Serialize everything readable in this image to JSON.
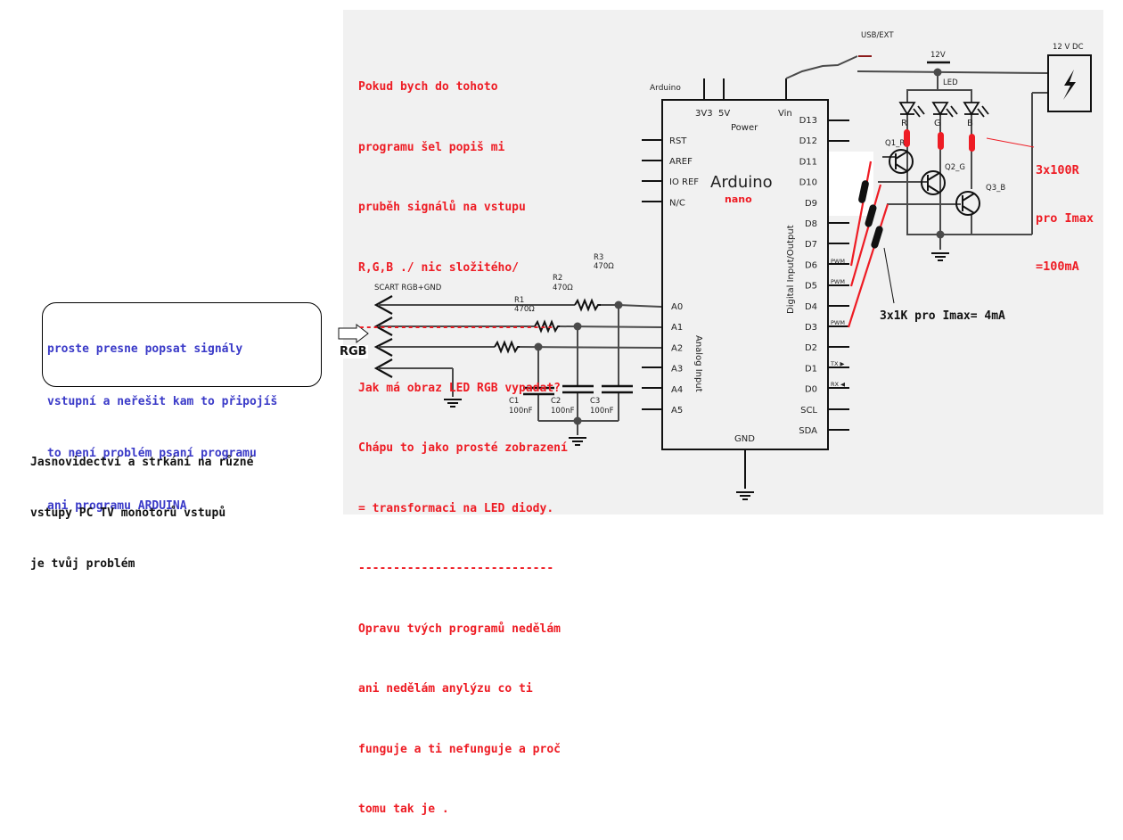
{
  "notes": {
    "top_red": [
      "Pokud bych do tohoto",
      "programu šel popiš mi",
      "pruběh signálů na vstupu",
      "R,G,B ./ nic složitého/",
      "----------------------------",
      "Jak má obraz LED RGB vypadat?",
      "Chápu to jako prosté zobrazení",
      "= transformaci na LED diody.",
      "----------------------------",
      "Opravu tvých programů nedělám",
      "ani nedělám anylýzu co ti",
      "funguje a ti nefunguje a proč",
      "tomu tak je ."
    ],
    "bubble_blue": [
      "proste presne popsat signály",
      "vstupní a neřešit kam to připojíš",
      "to není problém psaní programu",
      "ani programu ARDUINA"
    ],
    "bottom_black": [
      "Jasnovidectví a strkání na různé",
      "vstupy PC TV monotorů vstupů",
      "je tvůj problém"
    ],
    "rgb_arrow_label": "RGB",
    "resistor_note_red": [
      "3x100R",
      "pro Imax",
      "=100mA"
    ],
    "base_resistor_note": "3x1K pro Imax= 4mA"
  },
  "schematic": {
    "scart_label": "SCART RGB+GND",
    "resistors": [
      {
        "name": "R1",
        "value": "470Ω"
      },
      {
        "name": "R2",
        "value": "470Ω"
      },
      {
        "name": "R3",
        "value": "470Ω"
      }
    ],
    "capacitors": [
      {
        "name": "C1",
        "value": "100nF"
      },
      {
        "name": "C2",
        "value": "100nF"
      },
      {
        "name": "C3",
        "value": "100nF"
      }
    ],
    "arduino": {
      "title": "Arduino",
      "subtitle": "nano",
      "corner_label": "Arduino",
      "power_group": "Power",
      "power_pins": [
        "3V3",
        "5V",
        "Vin"
      ],
      "left_pins": [
        "RST",
        "AREF",
        "IO REF",
        "N/C"
      ],
      "analog_pins": [
        "A0",
        "A1",
        "A2",
        "A3",
        "A4",
        "A5"
      ],
      "analog_group": "Analog Input",
      "digital_pins": [
        "D13",
        "D12",
        "D11",
        "D10",
        "D9",
        "D8",
        "D7",
        "D6",
        "D5",
        "D4",
        "D3",
        "D2",
        "D1",
        "D0",
        "SCL",
        "SDA"
      ],
      "digital_group": "Digital Input/Output",
      "pwm_label": "PWM",
      "tx_label": "TX ▶",
      "rx_label": "RX ◀",
      "gnd_label": "GND"
    },
    "switch_label": "USB/EXT",
    "supply_label": "12 V DC",
    "rail_label": "12V",
    "led_label": "LED",
    "led_channels": [
      "R",
      "G",
      "B"
    ],
    "transistors": [
      "Q1_R",
      "Q2_G",
      "Q3_B"
    ]
  },
  "colors": {
    "note_red": "#ee1c24",
    "note_blue": "#3a3ac8",
    "wire": "#4a4a4a",
    "wire_green": "#1f8a1f",
    "panel_bg": "#f1f1f1"
  }
}
